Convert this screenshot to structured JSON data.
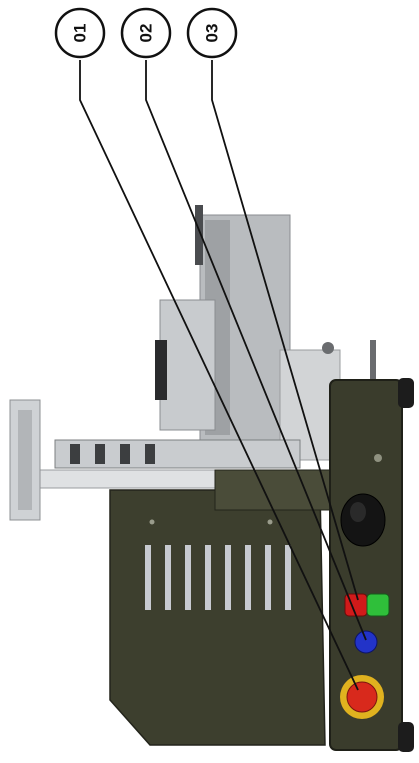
{
  "callouts": [
    {
      "id": "01",
      "label": "01",
      "target": "emergency-stop-button"
    },
    {
      "id": "02",
      "label": "02",
      "target": "blue-push-button"
    },
    {
      "id": "03",
      "label": "03",
      "target": "red-green-indicator-buttons"
    }
  ],
  "colors": {
    "machine_body": "#3d3f2e",
    "machine_dark": "#2b2c22",
    "blade_metal": "#c9cccf",
    "emergency_stop": "#d8291c",
    "estop_ring": "#e0b21f",
    "blue_button": "#2233c8",
    "red_light": "#d11a1a",
    "green_light": "#2fbf3a"
  }
}
